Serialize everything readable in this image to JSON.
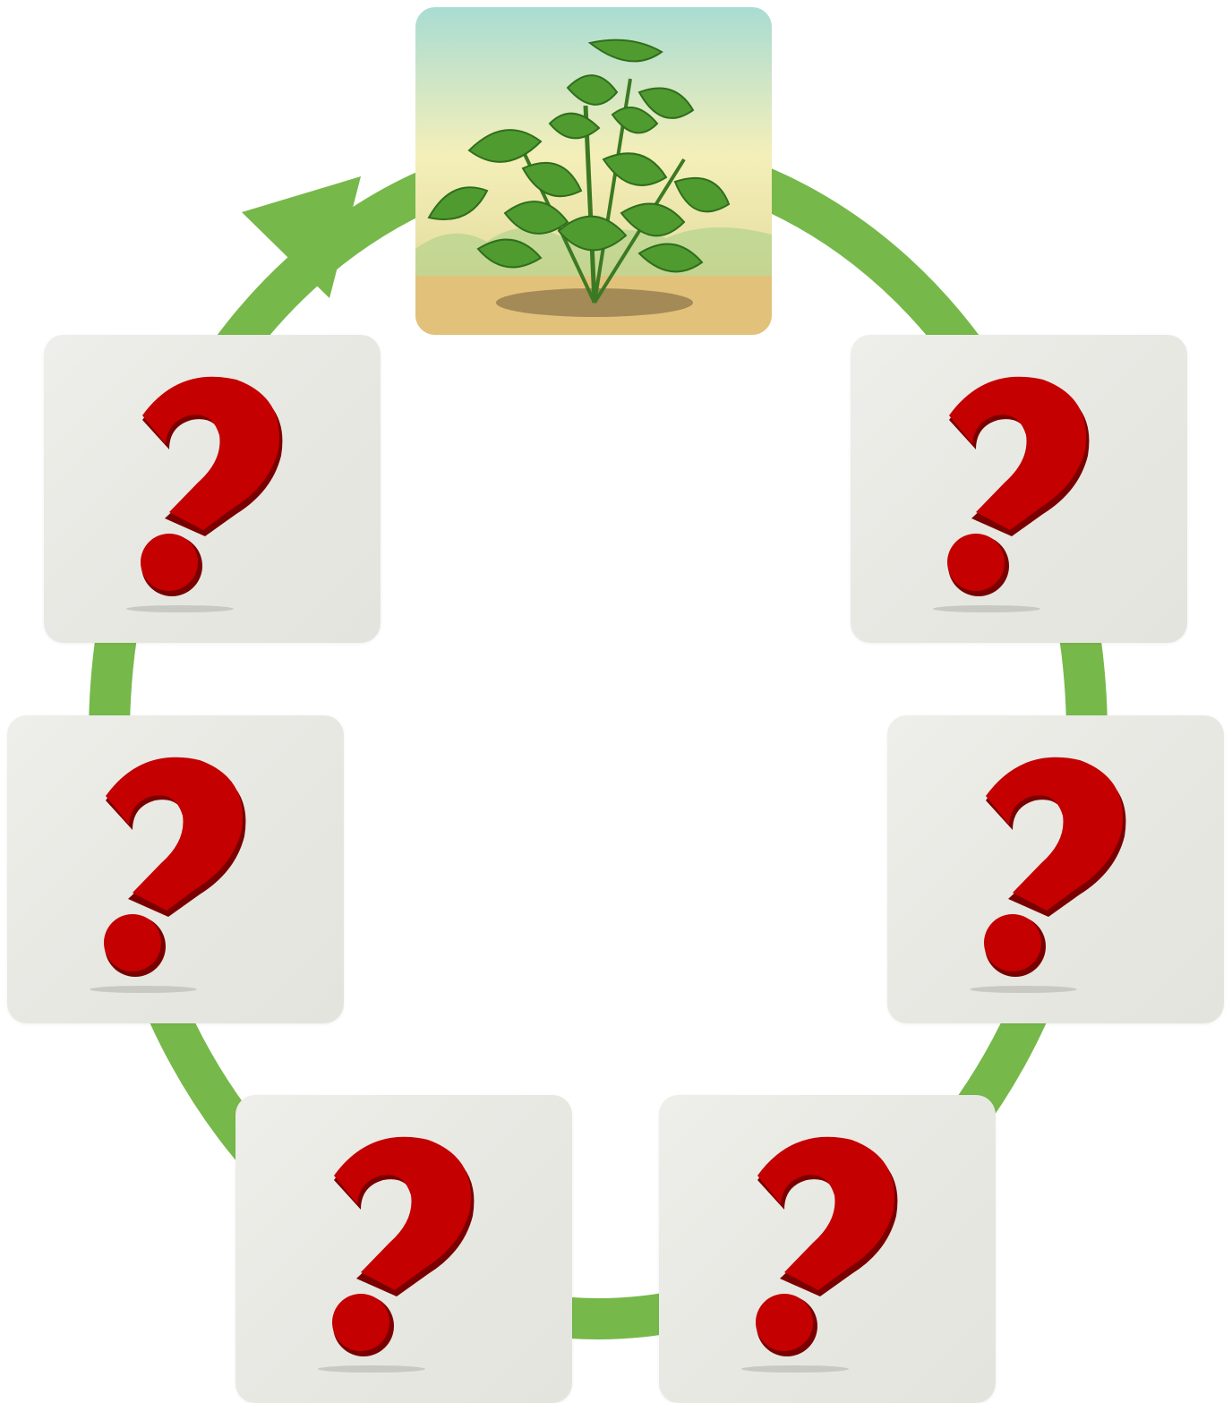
{
  "diagram": {
    "type": "cycle",
    "ring_color": "#76b84a",
    "direction": "clockwise",
    "arrow_icon": "cycle-arrow-icon",
    "stages": [
      {
        "id": "stage-1",
        "content": "image",
        "image_icon": "plant-illustration"
      },
      {
        "id": "stage-2",
        "content": "unknown",
        "image_icon": "question-mark-icon"
      },
      {
        "id": "stage-3",
        "content": "unknown",
        "image_icon": "question-mark-icon"
      },
      {
        "id": "stage-4",
        "content": "unknown",
        "image_icon": "question-mark-icon"
      },
      {
        "id": "stage-5",
        "content": "unknown",
        "image_icon": "question-mark-icon"
      },
      {
        "id": "stage-6",
        "content": "unknown",
        "image_icon": "question-mark-icon"
      },
      {
        "id": "stage-7",
        "content": "unknown",
        "image_icon": "question-mark-icon"
      }
    ],
    "question_mark_color": "#b80000",
    "card_color": "#ebebe6"
  }
}
